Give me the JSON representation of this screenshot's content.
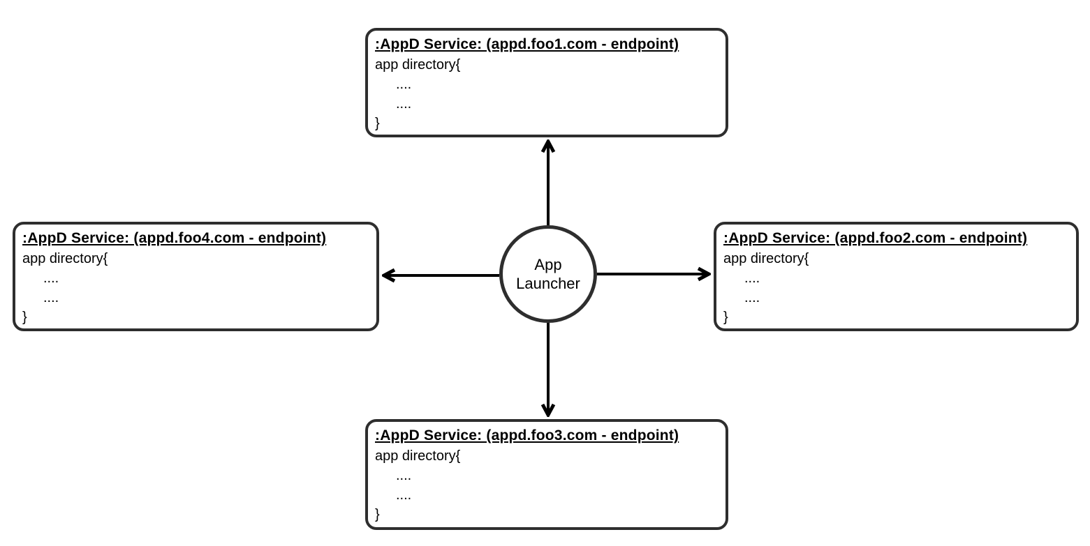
{
  "diagram": {
    "type": "hub-and-spoke",
    "center": {
      "id": "app-launcher",
      "label": "App Launcher",
      "shape": "circle"
    },
    "boxes": [
      {
        "id": "appd-foo1",
        "position": "top",
        "title": ":AppD Service: (appd.foo1.com - endpoint)",
        "body": [
          "app directory{",
          "....",
          "....",
          "}"
        ]
      },
      {
        "id": "appd-foo2",
        "position": "right",
        "title": ":AppD Service: (appd.foo2.com - endpoint)",
        "body": [
          "app directory{",
          "....",
          "....",
          "}"
        ]
      },
      {
        "id": "appd-foo3",
        "position": "bottom",
        "title": ":AppD Service: (appd.foo3.com - endpoint)",
        "body": [
          "app directory{",
          "....",
          "....",
          "}"
        ]
      },
      {
        "id": "appd-foo4",
        "position": "left",
        "title": ":AppD Service: (appd.foo4.com - endpoint)",
        "body": [
          "app directory{",
          "....",
          "....",
          "}"
        ]
      }
    ],
    "edges": [
      {
        "from": "app-launcher",
        "to": "appd-foo1",
        "direction": "up",
        "arrowhead": "open-chevron"
      },
      {
        "from": "app-launcher",
        "to": "appd-foo2",
        "direction": "right",
        "arrowhead": "open-chevron"
      },
      {
        "from": "app-launcher",
        "to": "appd-foo3",
        "direction": "down",
        "arrowhead": "open-chevron"
      },
      {
        "from": "app-launcher",
        "to": "appd-foo4",
        "direction": "left",
        "arrowhead": "open-chevron"
      }
    ],
    "colors": {
      "box_stroke": "#2e2e2e",
      "arrow": "#000000",
      "text": "#000000",
      "background": "#ffffff"
    }
  }
}
